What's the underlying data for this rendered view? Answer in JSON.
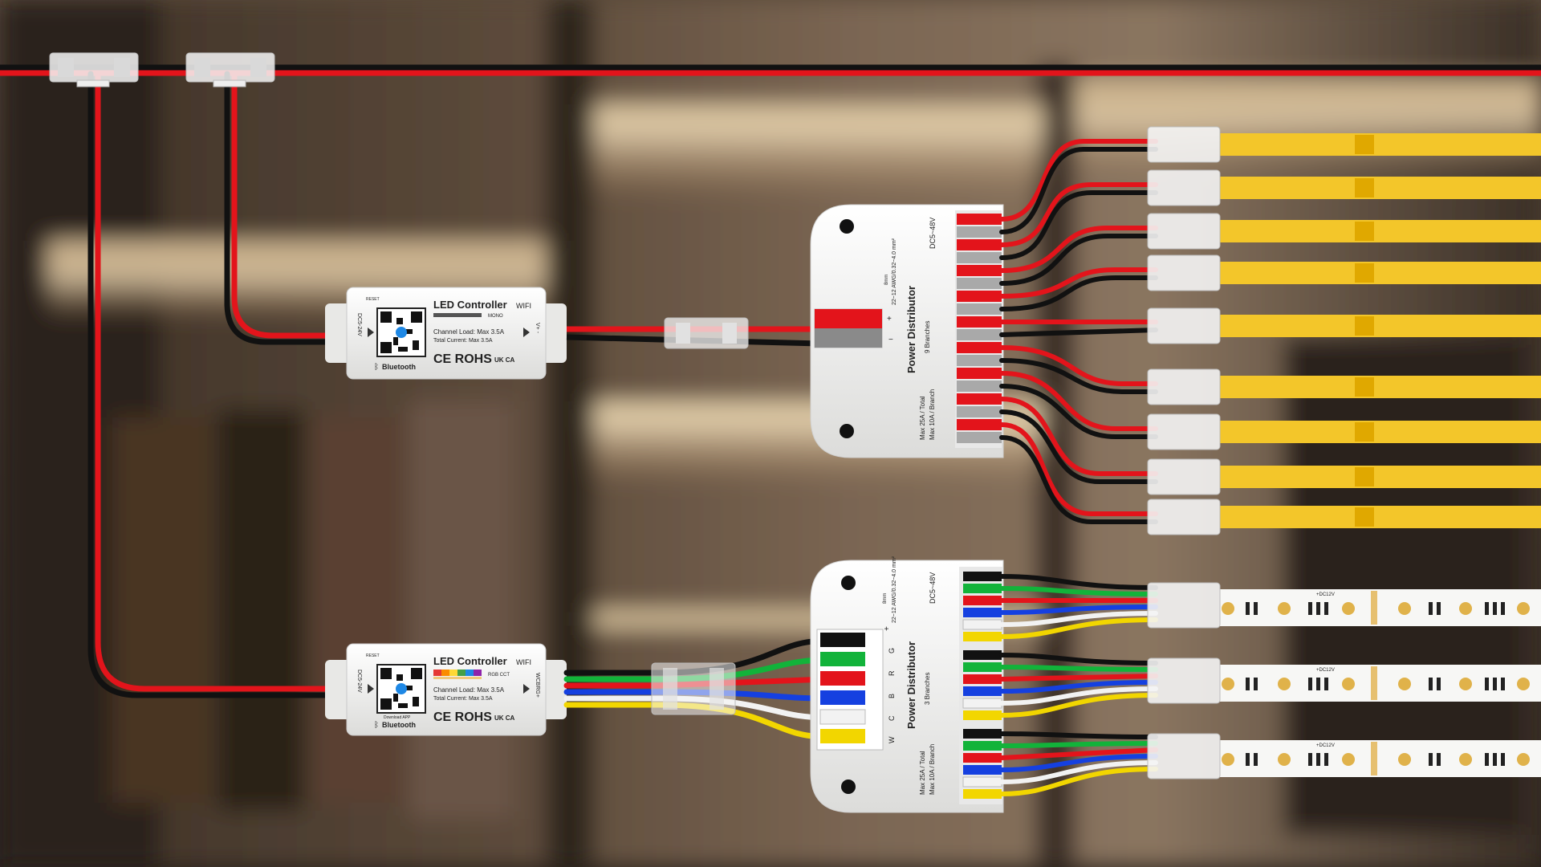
{
  "scene": {
    "colors": {
      "red": "#e3141b",
      "black": "#111111",
      "green": "#12b33a",
      "blue": "#1540e0",
      "white": "#f2f2f2",
      "yellow": "#f2d600",
      "cob_strip": "#f3c62a",
      "housing": "#f4f4f2"
    }
  },
  "controller_mono": {
    "title": "LED Controller",
    "subtitle": "MONO",
    "wifi": "WIFI",
    "reset": "RESET",
    "load": "Channel Load: Max 3.5A",
    "current": "Total Current: Max 3.5A",
    "cert": "CE ROHS",
    "ukca": "UK CA",
    "bt": "Bluetooth",
    "side_label": "DC5-24V",
    "out_label": "V+ -"
  },
  "controller_rgbcct": {
    "title": "LED Controller",
    "subtitle": "RGB CCT",
    "wifi": "WIFI",
    "reset": "RESET",
    "load": "Channel Load: Max 3.5A",
    "current": "Total Current: Max 3.5A",
    "cert": "CE ROHS",
    "ukca": "UK CA",
    "bt": "Bluetooth",
    "download": "Download APP",
    "side_label": "DC5-24V",
    "out_label": "WCBRG+"
  },
  "distributor_mono": {
    "name": "Power Distributor",
    "voltage": "DC5~48V",
    "branches": "9 Branches",
    "rating": "Max 25A / Total",
    "rating2": "Max 10A / Branch",
    "wire": "22~12 AWG/0.32~4.0 mm²",
    "strip_len": "8mm"
  },
  "distributor_rgbcct": {
    "name": "Power Distributor",
    "voltage": "DC5~48V",
    "branches": "3 Branches",
    "rating": "Max 25A / Total",
    "rating2": "Max 10A / Branch",
    "wire": "22~12 AWG/0.32~4.0 mm²",
    "strip_len": "8mm",
    "pin_labels": [
      "W",
      "C",
      "B",
      "R",
      "G",
      "+"
    ]
  },
  "strip_rgbcct": {
    "marking": "+DC12V"
  }
}
